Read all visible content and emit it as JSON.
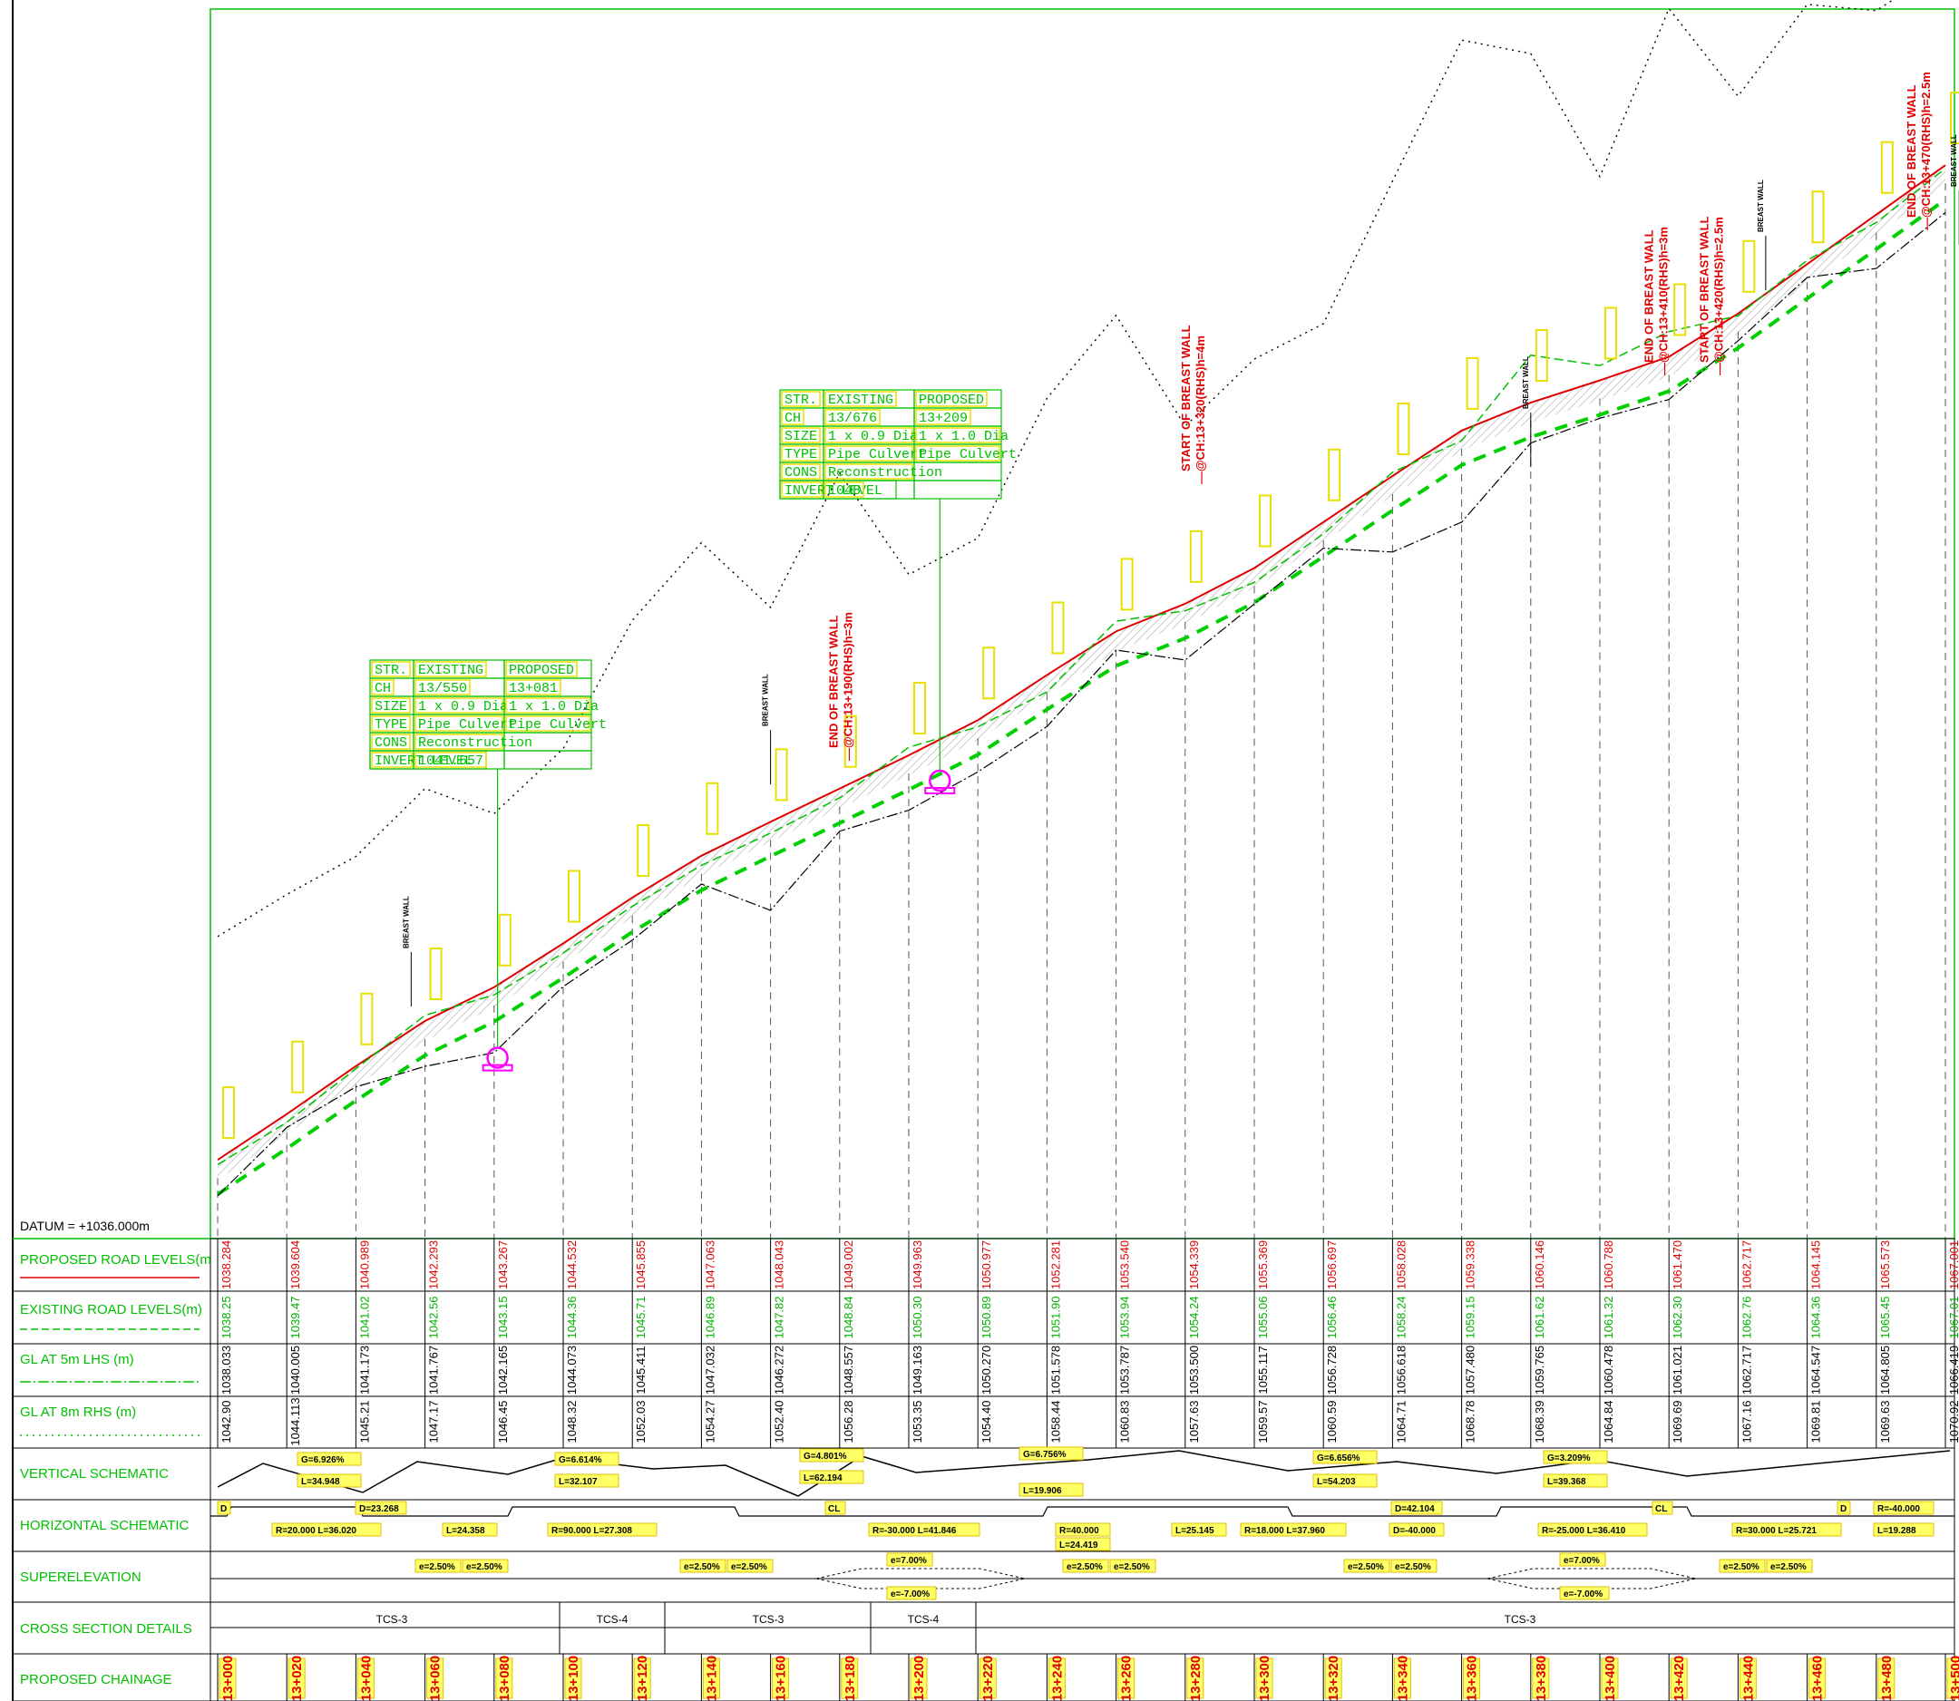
{
  "datum": "DATUM = +1036.000m",
  "row_labels": {
    "proposed_road_levels": "PROPOSED ROAD LEVELS(m",
    "existing_road_levels": "EXISTING ROAD LEVELS(m)",
    "gl_lhs": "GL AT 5m LHS (m)",
    "gl_rhs": "GL AT 8m RHS (m)",
    "vertical_schematic": "VERTICAL SCHEMATIC",
    "horizontal_schematic": "HORIZONTAL SCHEMATIC",
    "superelevation": "SUPERELEVATION",
    "cross_section": "CROSS SECTION DETAILS",
    "proposed_chainage": "PROPOSED CHAINAGE"
  },
  "chainages": [
    "13+000",
    "13+020",
    "13+040",
    "13+060",
    "13+080",
    "13+100",
    "13+120",
    "13+140",
    "13+160",
    "13+180",
    "13+200",
    "13+220",
    "13+240",
    "13+260",
    "13+280",
    "13+300",
    "13+320",
    "13+340",
    "13+360",
    "13+380",
    "13+400",
    "13+420",
    "13+440",
    "13+460",
    "13+480",
    "13+500"
  ],
  "proposed_levels": [
    "1038.284",
    "1039.604",
    "1040.989",
    "1042.293",
    "1043.267",
    "1044.532",
    "1045.855",
    "1047.063",
    "1048.043",
    "1049.002",
    "1049.963",
    "1050.977",
    "1052.281",
    "1053.540",
    "1054.339",
    "1055.369",
    "1056.697",
    "1058.028",
    "1059.338",
    "1060.146",
    "1060.788",
    "1061.470",
    "1062.717",
    "1064.145",
    "1065.573",
    "1067.001"
  ],
  "existing_levels": [
    "1038.25",
    "1039.47",
    "1041.02",
    "1042.56",
    "1043.15",
    "1044.36",
    "1045.71",
    "1046.89",
    "1047.82",
    "1048.84",
    "1050.30",
    "1050.89",
    "1051.90",
    "1053.94",
    "1054.24",
    "1055.06",
    "1056.46",
    "1058.24",
    "1059.15",
    "1061.62",
    "1061.32",
    "1062.30",
    "1062.76",
    "1064.36",
    "1065.45",
    "1067.01"
  ],
  "gl_lhs_levels": [
    "1038.033",
    "1040.005",
    "1041.173",
    "1041.767",
    "1042.165",
    "1044.073",
    "1045.411",
    "1047.032",
    "1046.272",
    "1048.557",
    "1049.163",
    "1050.270",
    "1051.578",
    "1053.787",
    "1053.500",
    "1055.117",
    "1056.728",
    "1056.618",
    "1057.480",
    "1059.765",
    "1060.478",
    "1061.021",
    "1062.717",
    "1064.547",
    "1064.805",
    "1066.419"
  ],
  "gl_rhs_levels": [
    "1042.90",
    "1044.113",
    "1045.21",
    "1047.17",
    "1046.45",
    "1048.32",
    "1052.03",
    "1054.27",
    "1052.40",
    "1056.28",
    "1053.35",
    "1054.40",
    "1058.44",
    "1060.83",
    "1057.63",
    "1059.57",
    "1060.59",
    "1064.71",
    "1068.78",
    "1068.39",
    "1064.84",
    "1069.69",
    "1067.16",
    "1069.81",
    "1069.63",
    "1070.92"
  ],
  "vertical_schematic": {
    "grades": [
      "G=6.926%",
      "G=6.614%",
      "G=4.801%",
      "G=6.756%",
      "G=6.656%",
      "G=3.209%"
    ],
    "lengths": [
      "L=34.948",
      "L=32.107",
      "L=62.194",
      "L=19.906",
      "L=54.203",
      "L=39.368"
    ]
  },
  "horizontal_schematic": {
    "curves": [
      "R=20.000  L=36.020",
      "L=24.358",
      "R=90.000  L=27.308",
      "R=-30.000  L=41.846",
      "R=40.000",
      "L=24.419",
      "L=25.145",
      "R=18.000  L=37.960",
      "R=-25.000  L=36.410",
      "R=30.000  L=25.721",
      "R=-40.000",
      "L=19.288"
    ],
    "deflections": [
      "D=23.268",
      "D=42.104",
      "D=-40.000"
    ],
    "marks": [
      "D",
      "CL",
      "CL",
      "D"
    ]
  },
  "superelevation": {
    "normal": "e=2.50%",
    "full": "e=7.00%",
    "full_neg": "e=-7.00%"
  },
  "cross_sections": [
    "TCS-3",
    "TCS-4",
    "TCS-3",
    "TCS-4",
    "TCS-3"
  ],
  "structures": [
    {
      "header": [
        "STR.",
        "EXISTING",
        "PROPOSED"
      ],
      "rows": [
        [
          "CH",
          "13/550",
          "13+081"
        ],
        [
          "SIZE",
          "1 x 0.9 Dia",
          "1 x 1.0 Dia"
        ],
        [
          "TYPE",
          "Pipe Culvert",
          "Pipe Culvert"
        ],
        [
          "CONS",
          "Reconstruction",
          ""
        ],
        [
          "INVERT LEVEL",
          "1041.657",
          ""
        ]
      ]
    },
    {
      "header": [
        "STR.",
        "EXISTING",
        "PROPOSED"
      ],
      "rows": [
        [
          "CH",
          "13/676",
          "13+209"
        ],
        [
          "SIZE",
          "1 x 0.9 Dia",
          "1 x 1.0 Dia"
        ],
        [
          "TYPE",
          "Pipe Culvert",
          "Pipe Culvert"
        ],
        [
          "CONS",
          "Reconstruction",
          ""
        ],
        [
          "INVERT LEVEL",
          "1048",
          ""
        ]
      ]
    }
  ],
  "breast_wall_notes": [
    {
      "title": "END OF BREAST WALL",
      "detail": "@CH:13+190(RHS)h=3m"
    },
    {
      "title": "START OF BREAST WALL",
      "detail": "@CH:13+320(RHS)h=4m"
    },
    {
      "title": "END OF BREAST WALL",
      "detail": "@CH:13+410(RHS)h=3m"
    },
    {
      "title": "START OF BREAST WALL",
      "detail": "@CH:13+420(RHS)h=2.5m"
    },
    {
      "title": "END OF BREAST WALL",
      "detail": "@CH:13+470(RHS)h=2.5m"
    }
  ],
  "breast_wall_label": "BREAST WALL",
  "colors": {
    "proposed": "#e00000",
    "existing": "#00c000",
    "annotation": "#ffff00",
    "culvert": "#ff00ff",
    "frame": "#00c000"
  }
}
